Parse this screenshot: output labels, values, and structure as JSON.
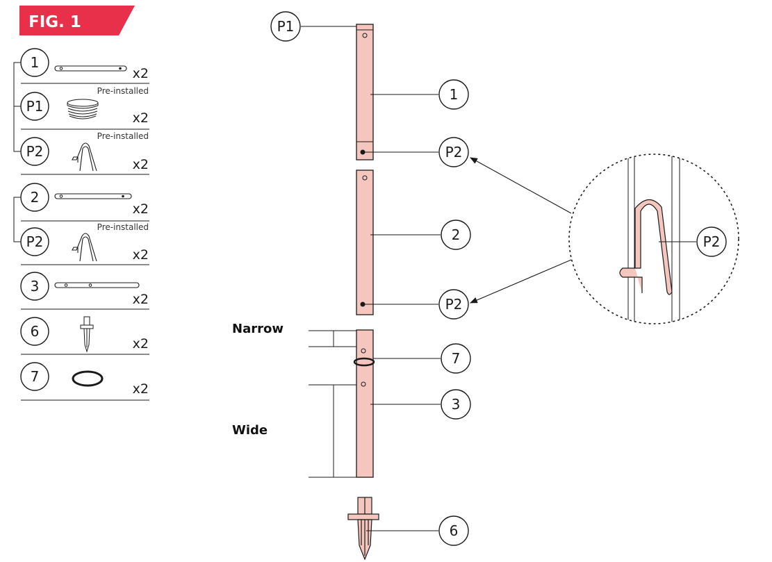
{
  "figure": {
    "label": "FIG. 1",
    "badge_color": "#e8304a"
  },
  "colors": {
    "part_fill": "#f4c6bd",
    "outline": "#1a1a1a",
    "clip_fill": "#f4c6bd"
  },
  "parts_list": [
    {
      "id": "1",
      "qty": "x2",
      "note": "",
      "icon": "tube-short-icon"
    },
    {
      "id": "P1",
      "qty": "x2",
      "note": "Pre-installed",
      "icon": "end-cap-icon"
    },
    {
      "id": "P2",
      "qty": "x2",
      "note": "Pre-installed",
      "icon": "spring-clip-icon"
    },
    {
      "id": "2",
      "qty": "x2",
      "note": "",
      "icon": "tube-short-icon"
    },
    {
      "id": "P2",
      "qty": "x2",
      "note": "Pre-installed",
      "icon": "spring-clip-icon"
    },
    {
      "id": "3",
      "qty": "x2",
      "note": "",
      "icon": "tube-long-icon"
    },
    {
      "id": "6",
      "qty": "x2",
      "note": "",
      "icon": "ground-stake-icon"
    },
    {
      "id": "7",
      "qty": "x2",
      "note": "",
      "icon": "o-ring-icon"
    }
  ],
  "assembly_callouts": {
    "p1": "P1",
    "part1": "1",
    "p2_upper": "P2",
    "part2": "2",
    "p2_lower": "P2",
    "part7": "7",
    "part3": "3",
    "part6": "6",
    "detail_p2": "P2"
  },
  "side_labels": {
    "narrow": "Narrow",
    "wide": "Wide"
  }
}
